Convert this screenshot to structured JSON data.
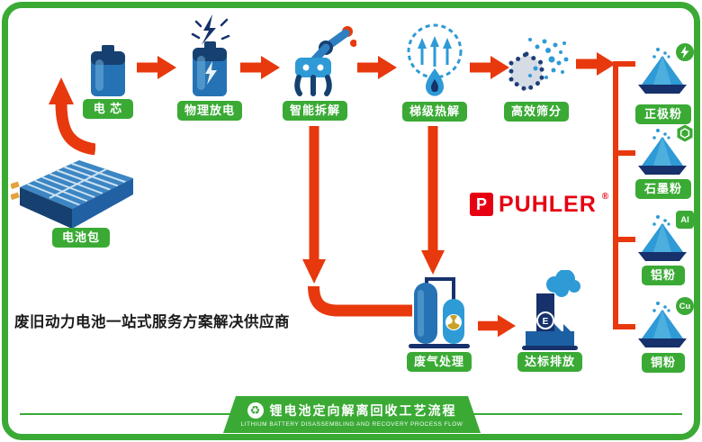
{
  "colors": {
    "accent_green": "#3aaa35",
    "arrow_red": "#e8380d",
    "icon_navy": "#16316b",
    "icon_blue": "#2573b4",
    "icon_teal": "#2e9ad6",
    "brand_red": "#e60012"
  },
  "nodes": {
    "battery_pack": {
      "label": "电池包",
      "icon": "battery-pack-3d"
    },
    "cell": {
      "label": "电 芯",
      "icon": "battery-cell"
    },
    "discharge": {
      "label": "物理放电",
      "icon": "battery-lightning"
    },
    "disassembly": {
      "label": "智能拆解",
      "icon": "robot-gripper"
    },
    "pyrolysis": {
      "label": "梯级热解",
      "icon": "circle-arrows-flame"
    },
    "screening": {
      "label": "高效筛分",
      "icon": "hexagon-particles"
    },
    "gas_treatment": {
      "label": "废气处理",
      "icon": "gas-tanks"
    },
    "emission": {
      "label": "达标排放",
      "icon": "factory-chimney"
    }
  },
  "outputs": {
    "cathode": {
      "label": "正极粉",
      "badge_icon": "lightning"
    },
    "graphite": {
      "label": "石墨粉",
      "badge_icon": "hexagon"
    },
    "aluminum": {
      "label": "铝粉",
      "badge": "Al"
    },
    "copper": {
      "label": "铜粉",
      "badge": "Cu"
    }
  },
  "brand": {
    "mark_glyph": "P",
    "name": "PUHLER",
    "reg": "®"
  },
  "tagline": "废旧动力电池一站式服务方案解决供应商",
  "banner": {
    "icon_glyph": "♻",
    "title": "锂电池定向解离回收工艺流程",
    "subtitle": "LITHIUM BATTERY DISASSEMBLING AND RECOVERY PROCESS FLOW"
  }
}
